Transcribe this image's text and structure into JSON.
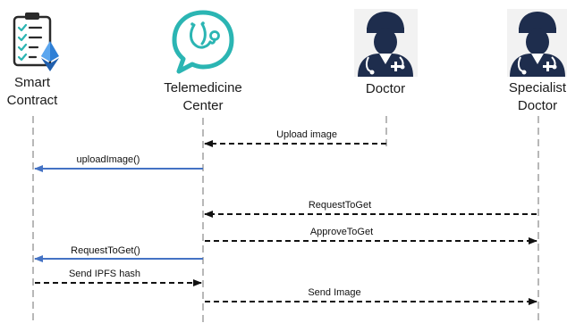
{
  "colors": {
    "lifeline": "#b8b8b8",
    "dashed_arrow": "#111111",
    "solid_arrow": "#4472c4",
    "teal": "#2bb5b3",
    "doctor_navy": "#1e2d4d"
  },
  "participants": [
    {
      "id": "smart-contract",
      "line1": "Smart",
      "line2": "Contract",
      "icon": "checklist-ethereum-icon"
    },
    {
      "id": "telemedicine-center",
      "line1": "Telemedicine",
      "line2": "Center",
      "icon": "telemedicine-chat-icon"
    },
    {
      "id": "doctor",
      "line1": "Doctor",
      "line2": "",
      "icon": "doctor-icon"
    },
    {
      "id": "specialist-doctor",
      "line1": "Specialist",
      "line2": "Doctor",
      "icon": "specialist-doctor-icon"
    }
  ],
  "messages": [
    {
      "from": "doctor",
      "to": "telemedicine-center",
      "label": "Upload image",
      "style": "dashed"
    },
    {
      "from": "telemedicine-center",
      "to": "smart-contract",
      "label": "uploadImage()",
      "style": "solid"
    },
    {
      "from": "specialist-doctor",
      "to": "telemedicine-center",
      "label": "RequestToGet",
      "style": "dashed"
    },
    {
      "from": "telemedicine-center",
      "to": "specialist-doctor",
      "label": "ApproveToGet",
      "style": "dashed"
    },
    {
      "from": "telemedicine-center",
      "to": "smart-contract",
      "label": "RequestToGet()",
      "style": "solid"
    },
    {
      "from": "smart-contract",
      "to": "telemedicine-center",
      "label": "Send IPFS hash",
      "style": "dashed"
    },
    {
      "from": "telemedicine-center",
      "to": "specialist-doctor",
      "label": "Send Image",
      "style": "dashed"
    }
  ]
}
